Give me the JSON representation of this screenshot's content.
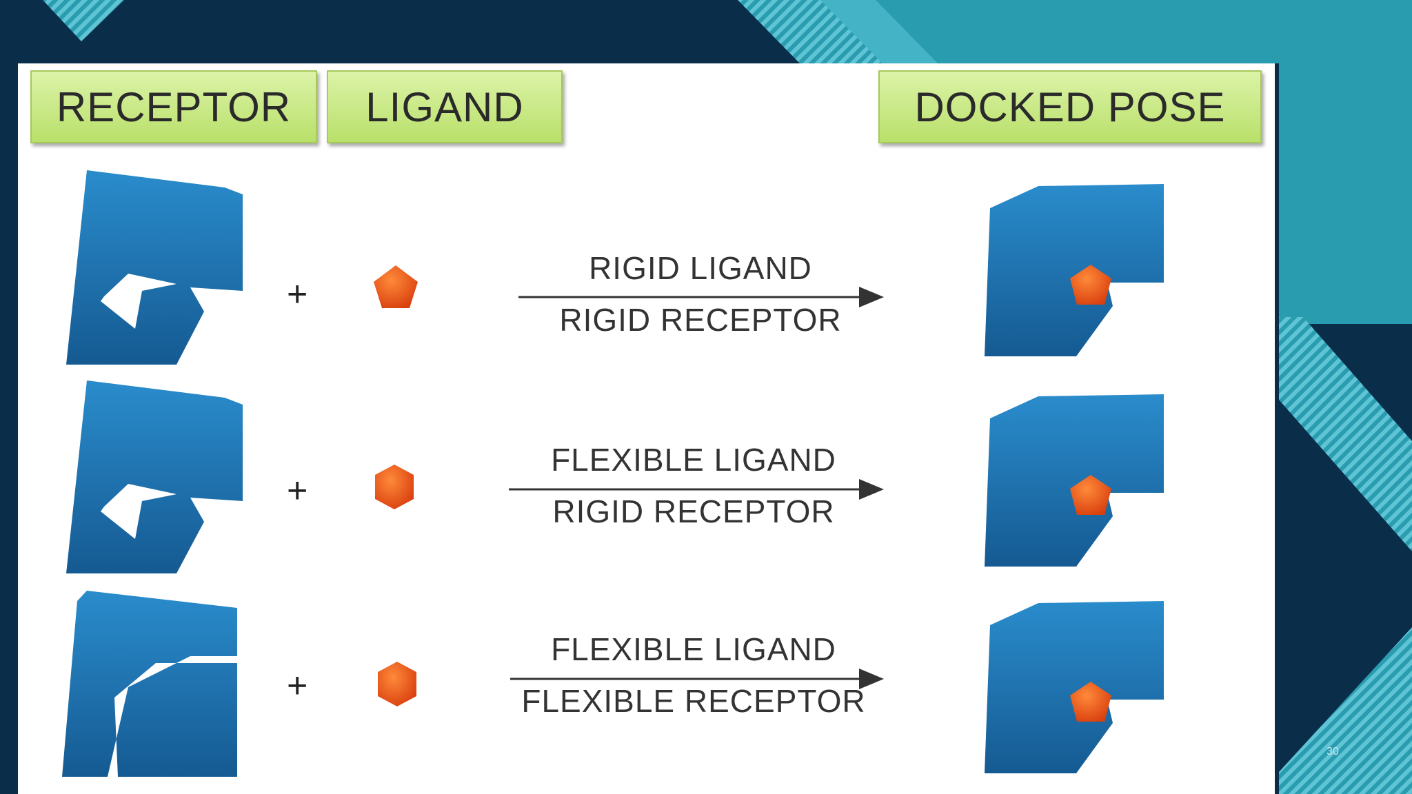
{
  "headers": {
    "receptor": "RECEPTOR",
    "ligand": "LIGAND",
    "docked_pose": "DOCKED POSE"
  },
  "rows": [
    {
      "plus": "+",
      "top_label": "RIGID LIGAND",
      "bottom_label": "RIGID RECEPTOR"
    },
    {
      "plus": "+",
      "top_label": "FLEXIBLE LIGAND",
      "bottom_label": "RIGID RECEPTOR"
    },
    {
      "plus": "+",
      "top_label": "FLEXIBLE LIGAND",
      "bottom_label": "FLEXIBLE RECEPTOR"
    }
  ],
  "slide_number": "30",
  "colors": {
    "background": "#0a2d4a",
    "accent_teal": "#2a9cb0",
    "receptor_blue": "#1c72b4",
    "ligand_orange": "#e8541a",
    "header_green": "#c6e77e"
  }
}
